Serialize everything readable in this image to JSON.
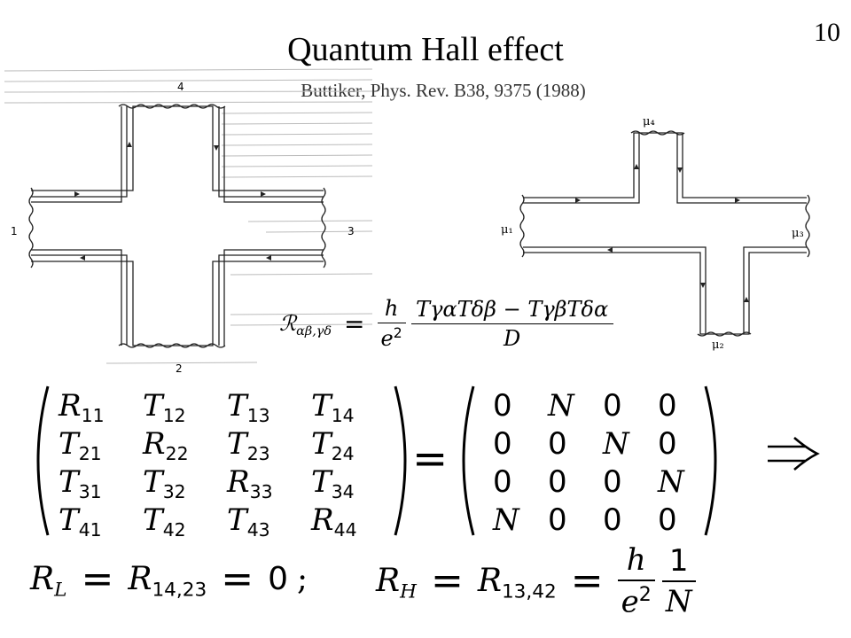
{
  "slide": {
    "number": "10",
    "title": "Quantum Hall effect",
    "citation": "Buttiker, Phys. Rev. B38, 9375 (1988)"
  },
  "left_figure": {
    "lead_labels": [
      "1",
      "2",
      "3",
      "4"
    ]
  },
  "right_figure": {
    "lead_labels": [
      "μ₁",
      "μ₂",
      "μ₃",
      "μ₄"
    ]
  },
  "resistance_formula": {
    "lhs": "ℛ",
    "lhs_sub": "αβ,γδ",
    "eq": "=",
    "prefactor_num": "h",
    "prefactor_den_base": "e",
    "prefactor_den_exp": "2",
    "frac_num": "TγαTδβ − TγβTδα",
    "frac_den": "D"
  },
  "matrix_r": {
    "rows": [
      [
        [
          "R",
          "11"
        ],
        [
          "T",
          "12"
        ],
        [
          "T",
          "13"
        ],
        [
          "T",
          "14"
        ]
      ],
      [
        [
          "T",
          "21"
        ],
        [
          "R",
          "22"
        ],
        [
          "T",
          "23"
        ],
        [
          "T",
          "24"
        ]
      ],
      [
        [
          "T",
          "31"
        ],
        [
          "T",
          "32"
        ],
        [
          "R",
          "33"
        ],
        [
          "T",
          "34"
        ]
      ],
      [
        [
          "T",
          "41"
        ],
        [
          "T",
          "42"
        ],
        [
          "T",
          "43"
        ],
        [
          "R",
          "44"
        ]
      ]
    ]
  },
  "equals": "=",
  "matrix_n": {
    "rows": [
      [
        "0",
        "N",
        "0",
        "0"
      ],
      [
        "0",
        "0",
        "N",
        "0"
      ],
      [
        "0",
        "0",
        "0",
        "N"
      ],
      [
        "N",
        "0",
        "0",
        "0"
      ]
    ]
  },
  "implies_symbol": "⇒",
  "rl_formula": {
    "lhs": "R",
    "lhs_sub": "L",
    "eq1": "=",
    "mid": "R",
    "mid_sub": "14,23",
    "eq2": "=",
    "value": "0",
    "separator": ";"
  },
  "rh_formula": {
    "lhs": "R",
    "lhs_sub": "H",
    "eq1": "=",
    "mid": "R",
    "mid_sub": "13,42",
    "eq2": "=",
    "f1_num": "h",
    "f1_den_base": "e",
    "f1_den_exp": "2",
    "f2_num": "1",
    "f2_den": "N"
  }
}
